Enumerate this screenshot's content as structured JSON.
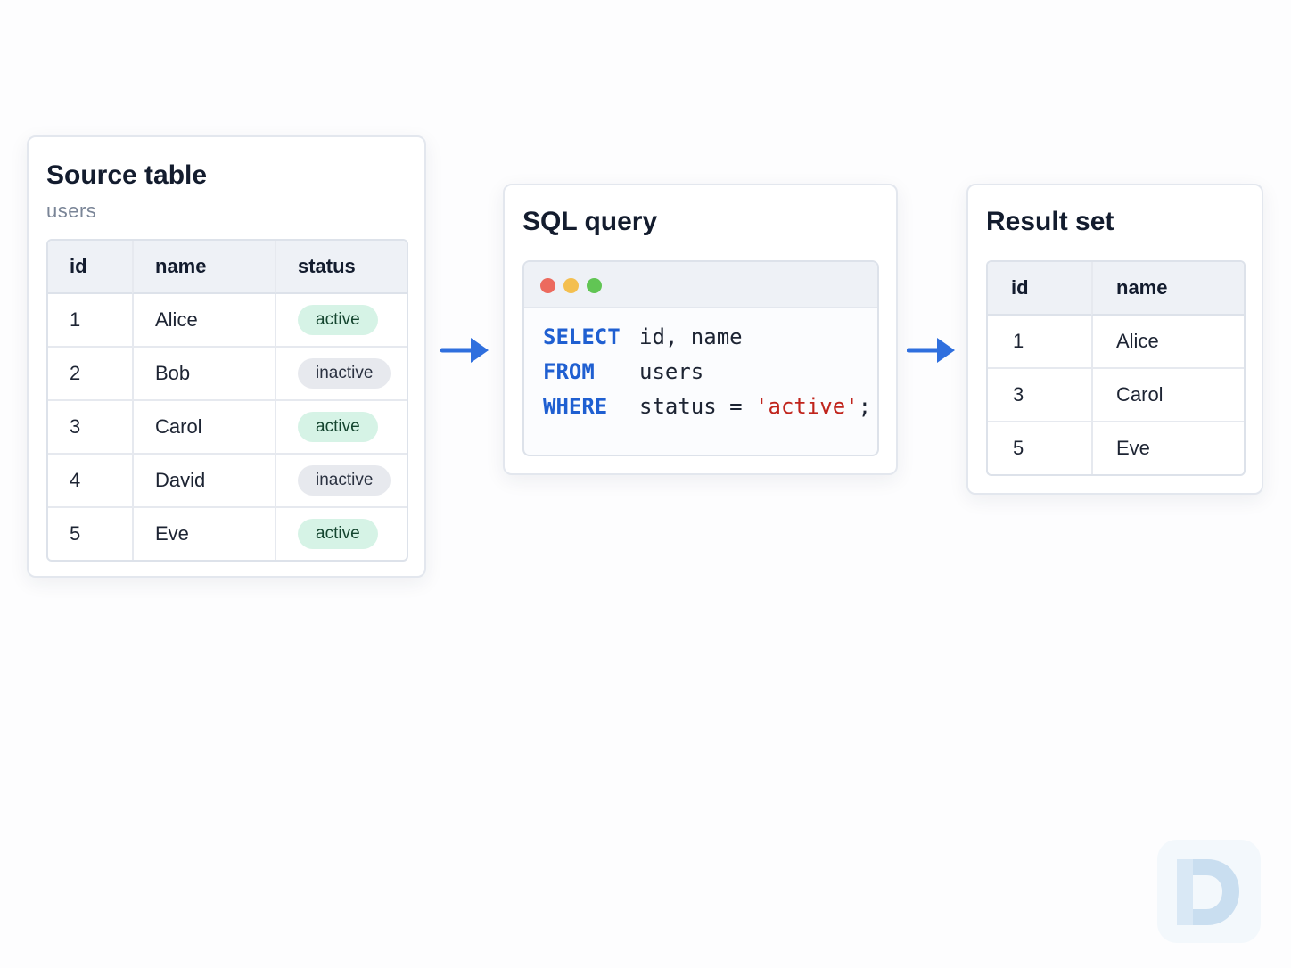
{
  "source_card": {
    "title": "Source table",
    "subtitle": "users",
    "columns": [
      "id",
      "name",
      "status"
    ],
    "rows": [
      {
        "id": "1",
        "name": "Alice",
        "status": "active"
      },
      {
        "id": "2",
        "name": "Bob",
        "status": "inactive"
      },
      {
        "id": "3",
        "name": "Carol",
        "status": "active"
      },
      {
        "id": "4",
        "name": "David",
        "status": "inactive"
      },
      {
        "id": "5",
        "name": "Eve",
        "status": "active"
      }
    ]
  },
  "query_card": {
    "title": "SQL query",
    "lines": [
      {
        "keyword": "SELECT",
        "text": "id, name",
        "string": "",
        "tail": ""
      },
      {
        "keyword": "FROM",
        "text": "users",
        "string": "",
        "tail": ""
      },
      {
        "keyword": "WHERE",
        "text": "status = ",
        "string": "'active'",
        "tail": ";"
      }
    ]
  },
  "result_card": {
    "title": "Result set",
    "columns": [
      "id",
      "name"
    ],
    "rows": [
      {
        "id": "1",
        "name": "Alice"
      },
      {
        "id": "3",
        "name": "Carol"
      },
      {
        "id": "5",
        "name": "Eve"
      }
    ]
  },
  "colors": {
    "arrow": "#2f6fde",
    "keyword": "#1f5fd1",
    "string": "#c0241c",
    "badge_active_bg": "#d6f3e6",
    "badge_inactive_bg": "#e7e9ee",
    "dot_red": "#ec6a5e",
    "dot_yellow": "#f4bf4f",
    "dot_green": "#61c554"
  },
  "icons": {
    "window_controls": [
      "red-dot-icon",
      "yellow-dot-icon",
      "green-dot-icon"
    ],
    "flow": [
      "arrow-right-icon",
      "arrow-right-icon"
    ],
    "watermark": "logo-d-icon"
  }
}
